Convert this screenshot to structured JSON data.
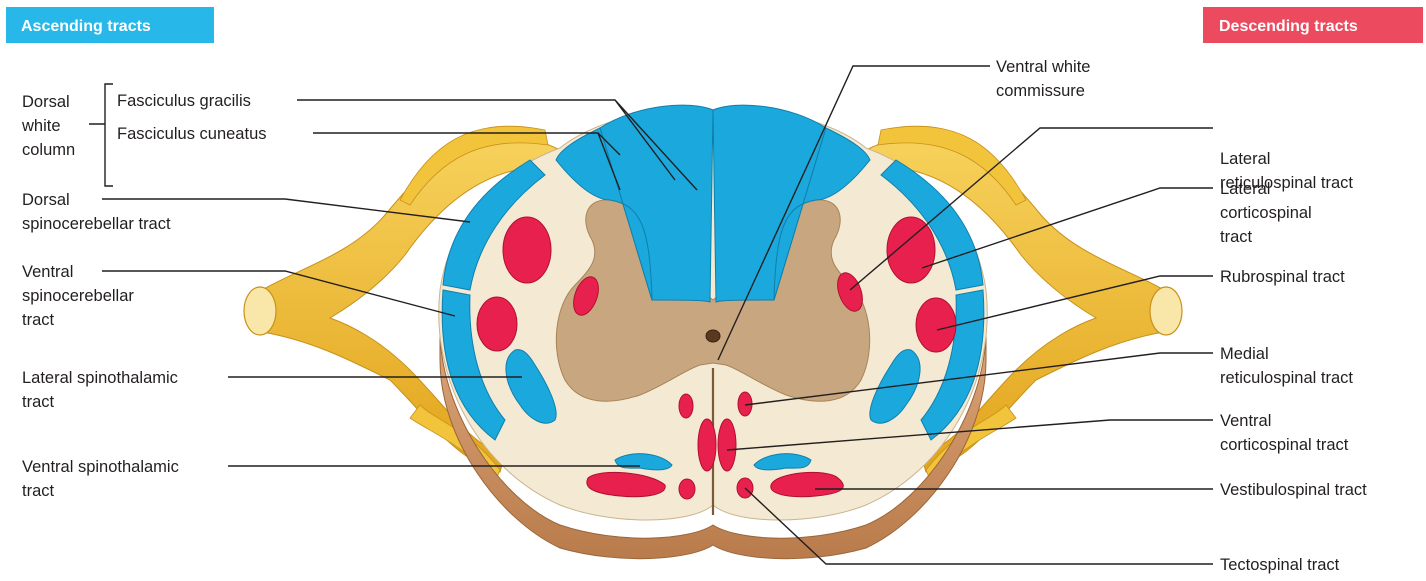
{
  "headers": {
    "ascending": "Ascending tracts",
    "descending": "Descending tracts"
  },
  "labels": {
    "dorsal_white_column": [
      "Dorsal",
      "white",
      "column"
    ],
    "fasciculus_gracilis": [
      "Fasciculus gracilis"
    ],
    "fasciculus_cuneatus": [
      "Fasciculus cuneatus"
    ],
    "dorsal_spinocerebellar": [
      "Dorsal",
      "spinocerebellar tract"
    ],
    "ventral_spinocerebellar": [
      "Ventral",
      "spinocerebellar",
      "tract"
    ],
    "lateral_spinothalamic": [
      "Lateral spinothalamic",
      "tract"
    ],
    "ventral_spinothalamic": [
      "Ventral spinothalamic",
      "tract"
    ],
    "ventral_white_commissure": [
      "Ventral white",
      "commissure"
    ],
    "lateral_reticulospinal": [
      "Lateral",
      "reticulospinal tract"
    ],
    "lateral_corticospinal": [
      "Lateral",
      "corticospinal",
      "tract"
    ],
    "rubrospinal": [
      "Rubrospinal tract"
    ],
    "medial_reticulospinal": [
      "Medial",
      "reticulospinal tract"
    ],
    "ventral_corticospinal": [
      "Ventral",
      "corticospinal tract"
    ],
    "vestibulospinal": [
      "Vestibulospinal tract"
    ],
    "tectospinal": [
      "Tectospinal tract"
    ]
  },
  "colors": {
    "ascending": "#1ba9dd",
    "descending": "#e8204e",
    "ascending_header": "#27b7e8",
    "descending_header": "#ec4a5e",
    "white_matter": "#f4ead3",
    "gray_matter": "#c8a67f",
    "nerve": "#f2bf33",
    "cut_face": "#c98f5e"
  }
}
